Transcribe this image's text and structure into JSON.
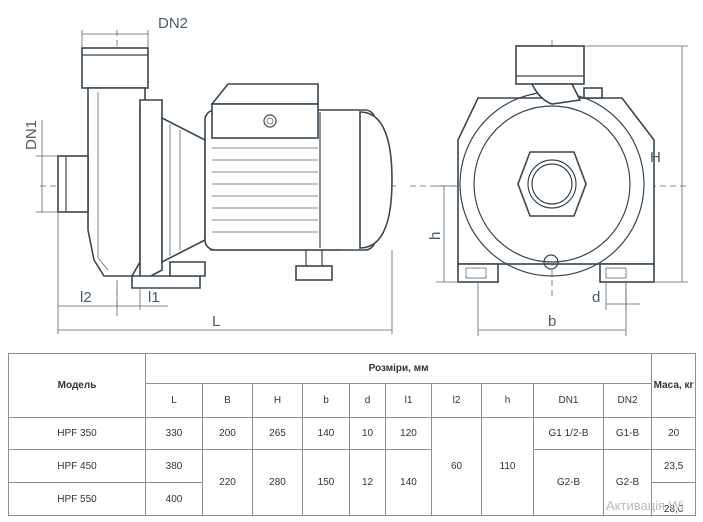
{
  "drawing": {
    "labels": {
      "dn2": "DN2",
      "dn1": "DN1",
      "l2": "l2",
      "l1": "l1",
      "L": "L",
      "h": "h",
      "H": "H",
      "b": "b",
      "d": "d"
    }
  },
  "table": {
    "model_header": "Модель",
    "sizes_header": "Розміри, мм",
    "mass_header": "Маса, кг",
    "columns": [
      "L",
      "B",
      "H",
      "b",
      "d",
      "l1",
      "l2",
      "h",
      "DN1",
      "DN2"
    ],
    "rows": [
      {
        "model": "HPF 350",
        "L": "330",
        "B": "200",
        "H": "265",
        "b": "140",
        "d": "10",
        "l1": "120",
        "DN1": "G1 1/2-B",
        "DN2": "G1-B",
        "mass": "20"
      },
      {
        "model": "HPF 450",
        "L": "380",
        "mass": "23,5"
      },
      {
        "model": "HPF 550",
        "L": "400",
        "mass": "28,0"
      }
    ],
    "merged": {
      "B": "220",
      "H": "280",
      "b": "150",
      "d": "12",
      "l1": "140",
      "l2": "60",
      "h": "110",
      "DN1": "G2-B",
      "DN2": "G2-B"
    }
  },
  "watermark": "Активація Wi"
}
